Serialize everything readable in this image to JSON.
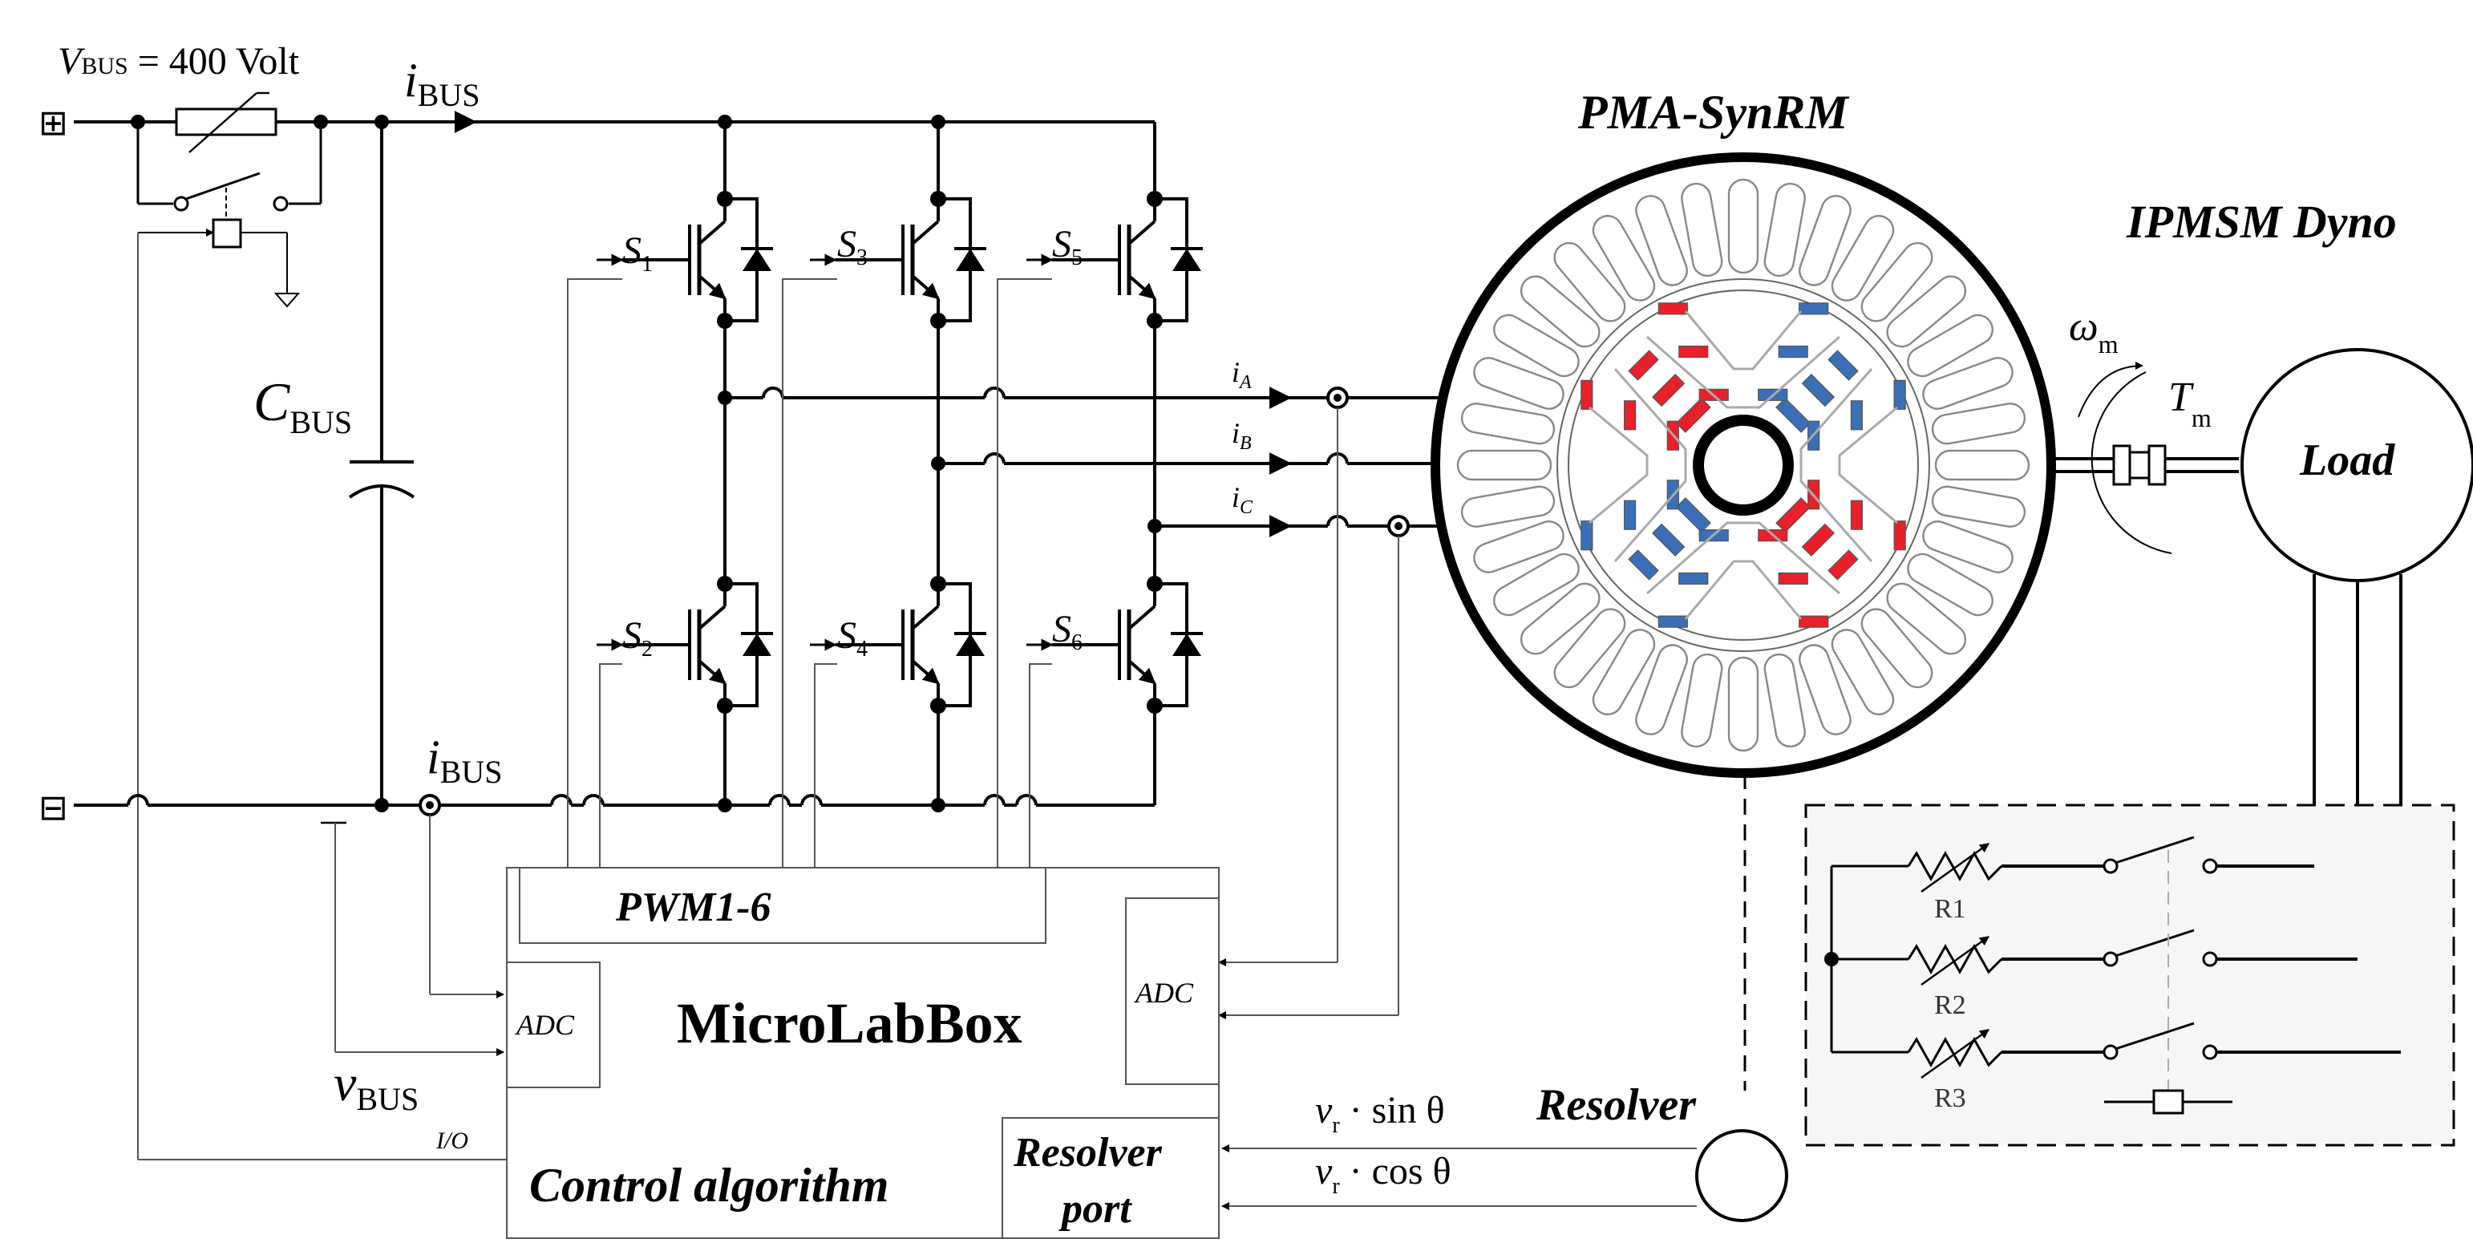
{
  "bus": {
    "vbus_v": "V",
    "vbus_sub": "BUS",
    "vbus_value": " = 400 Volt",
    "ibus_i": "i",
    "ibus_sub": "BUS",
    "cbus_c": "C",
    "cbus_sub": "BUS",
    "vbus2_v": "v",
    "vbus2_sub": "BUS",
    "io_label": "I/O",
    "plus_symbol": "⊞",
    "minus_symbol": "⊟"
  },
  "switches": {
    "s1": "S",
    "s1_sub": "1",
    "s2": "S",
    "s2_sub": "2",
    "s3": "S",
    "s3_sub": "3",
    "s4": "S",
    "s4_sub": "4",
    "s5": "S",
    "s5_sub": "5",
    "s6": "S",
    "s6_sub": "6"
  },
  "phase_currents": {
    "ia": "i",
    "ia_sub": "A",
    "ib": "i",
    "ib_sub": "B",
    "ic": "i",
    "ic_sub": "C"
  },
  "motor": {
    "title": "PMA-SynRM"
  },
  "dyno": {
    "title": "IPMSM Dyno",
    "load_label": "Load",
    "omega": "ω",
    "omega_sub": "m",
    "torque": "T",
    "torque_sub": "m"
  },
  "controller": {
    "title": "MicroLabBox",
    "pwm_label": "PWM1-6",
    "adc_left": "ADC",
    "adc_right": "ADC",
    "control_label": "Control algorithm",
    "resolver_port_1": "Resolver",
    "resolver_port_2": "port"
  },
  "resolver": {
    "title": "Resolver",
    "sin_signal": "v_r · sin θ",
    "cos_signal": "v_r · cos θ",
    "sin_v": "v",
    "sin_sub": "r",
    "sin_rest": " · sin θ",
    "cos_v": "v",
    "cos_sub": "r",
    "cos_rest": " · cos θ"
  },
  "resistors": {
    "r1": "R1",
    "r2": "R2",
    "r3": "R3"
  },
  "colors": {
    "red_magnet": "#e8202a",
    "blue_magnet": "#3a6fb8",
    "line": "#000000",
    "thin_line": "#555555"
  }
}
